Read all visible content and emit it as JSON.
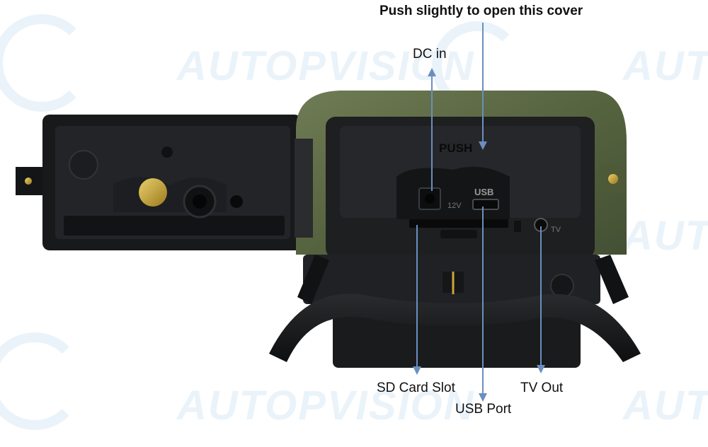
{
  "watermark": {
    "brand": "AUTOPVISION"
  },
  "callouts": {
    "push_cover": "Push slightly to open this cover",
    "dc_in": "DC in",
    "sd_card_slot": "SD Card Slot",
    "usb_port": "USB Port",
    "tv_out": "TV Out"
  },
  "device_markings": {
    "push": "PUSH",
    "voltage": "12V",
    "usb": "USB",
    "tv": "TV"
  },
  "colors": {
    "arrow": "#6a8fbf",
    "camo": "#5d6b46",
    "body_dark": "#1b1c1e",
    "brass": "#c9a53a"
  }
}
